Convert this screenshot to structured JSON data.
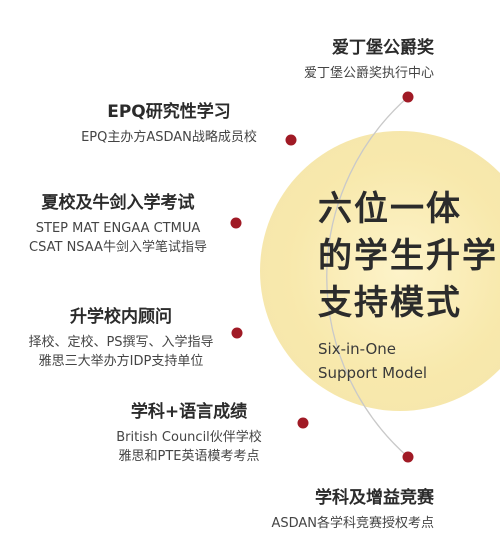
{
  "colors": {
    "accent": "#a01a25",
    "arc": "#c9c9c9",
    "glow": "#f7e7a6"
  },
  "hero": {
    "line1": "六位一体",
    "line2": "的学生升学",
    "line3": "支持模式",
    "en1": "Six-in-One",
    "en2": "Support Model"
  },
  "items": [
    {
      "title": "爱丁堡公爵奖",
      "lines": [
        "爱丁堡公爵奖执行中心"
      ]
    },
    {
      "title": "EPQ研究性学习",
      "lines": [
        "EPQ主办方ASDAN战略成员校"
      ]
    },
    {
      "title": "夏校及牛剑入学考试",
      "lines": [
        "STEP MAT ENGAA CTMUA",
        "CSAT NSAA牛剑入学笔试指导"
      ]
    },
    {
      "title": "升学校内顾问",
      "lines": [
        "择校、定校、PS撰写、入学指导",
        "雅思三大举办方IDP支持单位"
      ]
    },
    {
      "title": "学科+语言成绩",
      "lines": [
        "British Council伙伴学校",
        "雅思和PTE英语模考考点"
      ]
    },
    {
      "title": "学科及增益竞赛",
      "lines": [
        "ASDAN各学科竞赛授权考点"
      ]
    }
  ]
}
